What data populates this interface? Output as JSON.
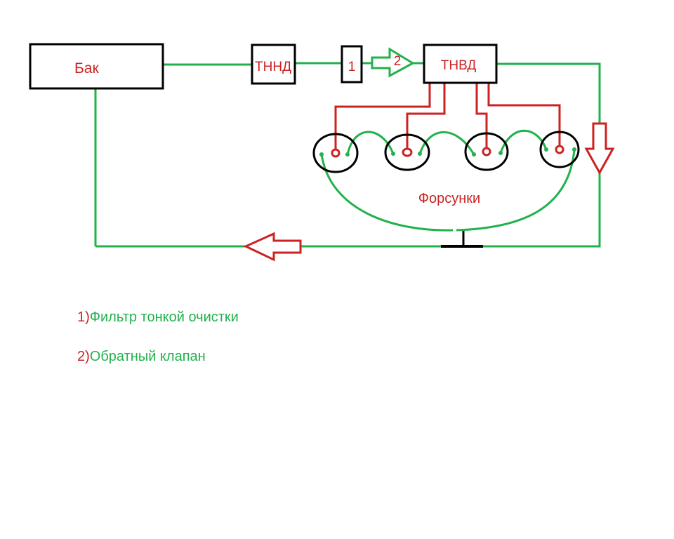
{
  "diagram": {
    "nodes": {
      "tank": "Бак",
      "low_pressure_pump": "ТННД",
      "fine_filter": "1",
      "check_valve": "2",
      "high_pressure_pump": "ТНВД",
      "injectors": "Форсунки"
    },
    "legend": [
      {
        "num": "1)",
        "text": "Фильтр тонкой очистки"
      },
      {
        "num": "2)",
        "text": "Обратный клапан"
      }
    ]
  },
  "colors": {
    "supply_line": "#22b14c",
    "high_pressure_line": "#cc2222",
    "label_text": "#cc2222",
    "legend_text": "#22b14c",
    "outline": "#000000"
  }
}
